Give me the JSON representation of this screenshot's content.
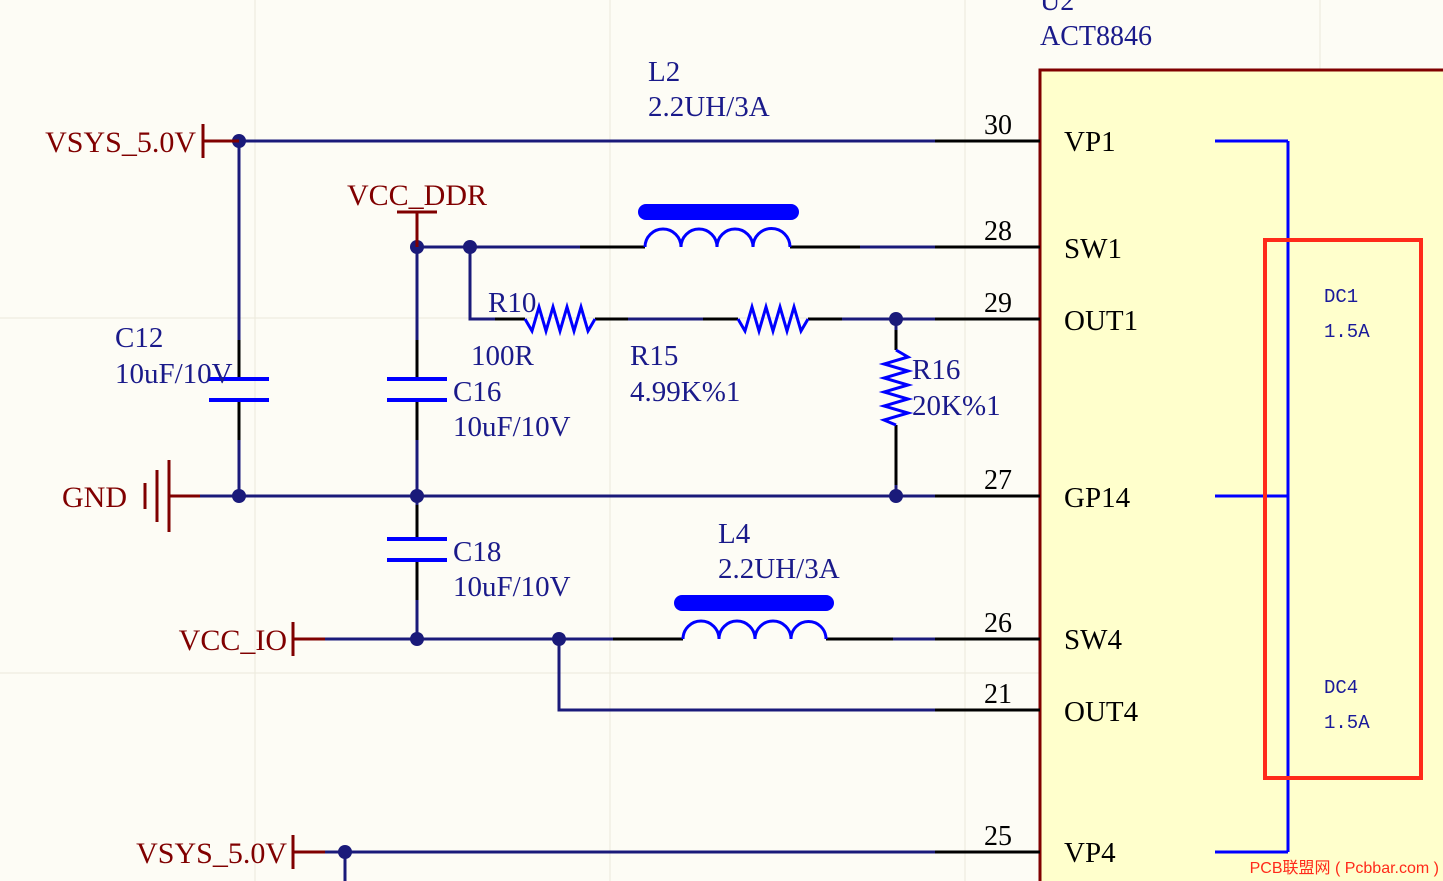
{
  "colors": {
    "background": "#fdfcf5",
    "grid": "#ece9dc",
    "wire": "#1a1a7a",
    "pin": "#000000",
    "component": "#0000ff",
    "label_text": "#1a1a8a",
    "power_text": "#800000",
    "chip_fill": "#ffffcc",
    "chip_border": "#800000",
    "highlight": "#ff2a1a",
    "watermark": "#ff2a1a"
  },
  "chip": {
    "designator": "U2",
    "part": "ACT8846",
    "pins": [
      {
        "number": "30",
        "name": "VP1"
      },
      {
        "number": "28",
        "name": "SW1"
      },
      {
        "number": "29",
        "name": "OUT1"
      },
      {
        "number": "27",
        "name": "GP14"
      },
      {
        "number": "26",
        "name": "SW4"
      },
      {
        "number": "21",
        "name": "OUT4"
      },
      {
        "number": "25",
        "name": "VP4"
      }
    ],
    "notes": [
      {
        "name": "DC1",
        "value": "1.5A"
      },
      {
        "name": "DC4",
        "value": "1.5A"
      }
    ]
  },
  "nets": {
    "vsys_top": "VSYS_5.0V",
    "vcc_ddr": "VCC_DDR",
    "gnd": "GND",
    "vcc_io": "VCC_IO",
    "vsys_bottom": "VSYS_5.0V"
  },
  "components": {
    "l2": {
      "designator": "L2",
      "value": "2.2UH/3A"
    },
    "l4": {
      "designator": "L4",
      "value": "2.2UH/3A"
    },
    "c12": {
      "designator": "C12",
      "value": "10uF/10V"
    },
    "c16": {
      "designator": "C16",
      "value": "10uF/10V"
    },
    "c18": {
      "designator": "C18",
      "value": "10uF/10V"
    },
    "r10": {
      "designator": "R10",
      "value": "100R"
    },
    "r15": {
      "designator": "R15",
      "value": "4.99K%1"
    },
    "r16": {
      "designator": "R16",
      "value": "20K%1"
    }
  },
  "watermark": "PCB联盟网 ( Pcbbar.com )"
}
